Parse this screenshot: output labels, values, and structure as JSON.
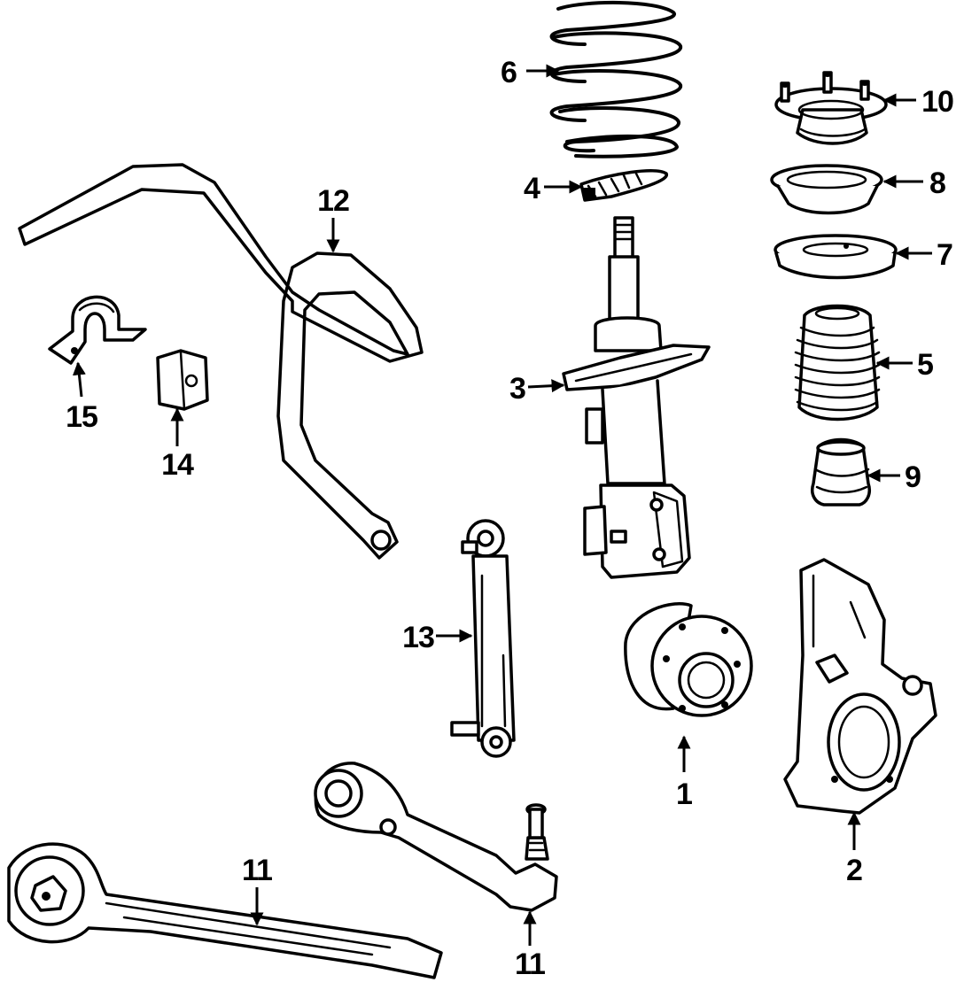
{
  "callouts": {
    "c1": "1",
    "c2": "2",
    "c3": "3",
    "c4": "4",
    "c5": "5",
    "c6": "6",
    "c7": "7",
    "c8": "8",
    "c9": "9",
    "c10": "10",
    "c11a": "11",
    "c11b": "11",
    "c12": "12",
    "c13": "13",
    "c14": "14",
    "c15": "15"
  },
  "colors": {
    "ink": "#000000",
    "paper": "#ffffff"
  }
}
